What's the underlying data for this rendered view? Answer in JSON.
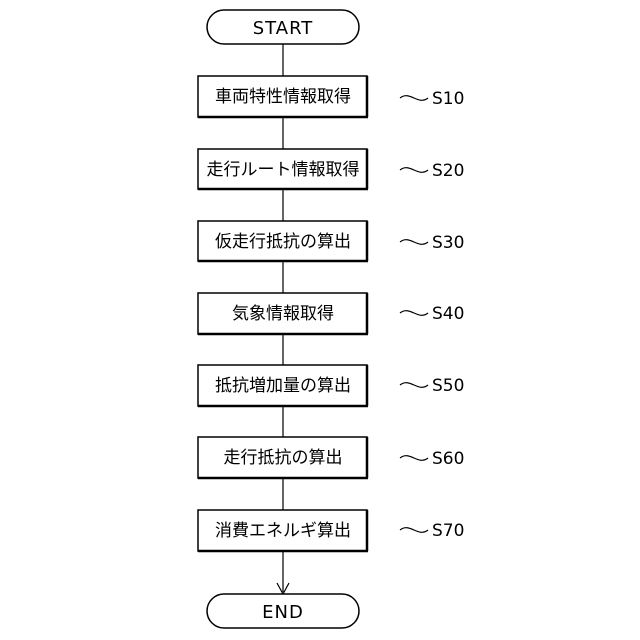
{
  "flowchart": {
    "start_label": "START",
    "end_label": "END",
    "steps": [
      {
        "text": "車両特性情報取得",
        "label": "S10"
      },
      {
        "text": "走行ルート情報取得",
        "label": "S20"
      },
      {
        "text": "仮走行抵抗の算出",
        "label": "S30"
      },
      {
        "text": "気象情報取得",
        "label": "S40"
      },
      {
        "text": "抵抗増加量の算出",
        "label": "S50"
      },
      {
        "text": "走行抵抗の算出",
        "label": "S60"
      },
      {
        "text": "消費エネルギ算出",
        "label": "S70"
      }
    ]
  }
}
